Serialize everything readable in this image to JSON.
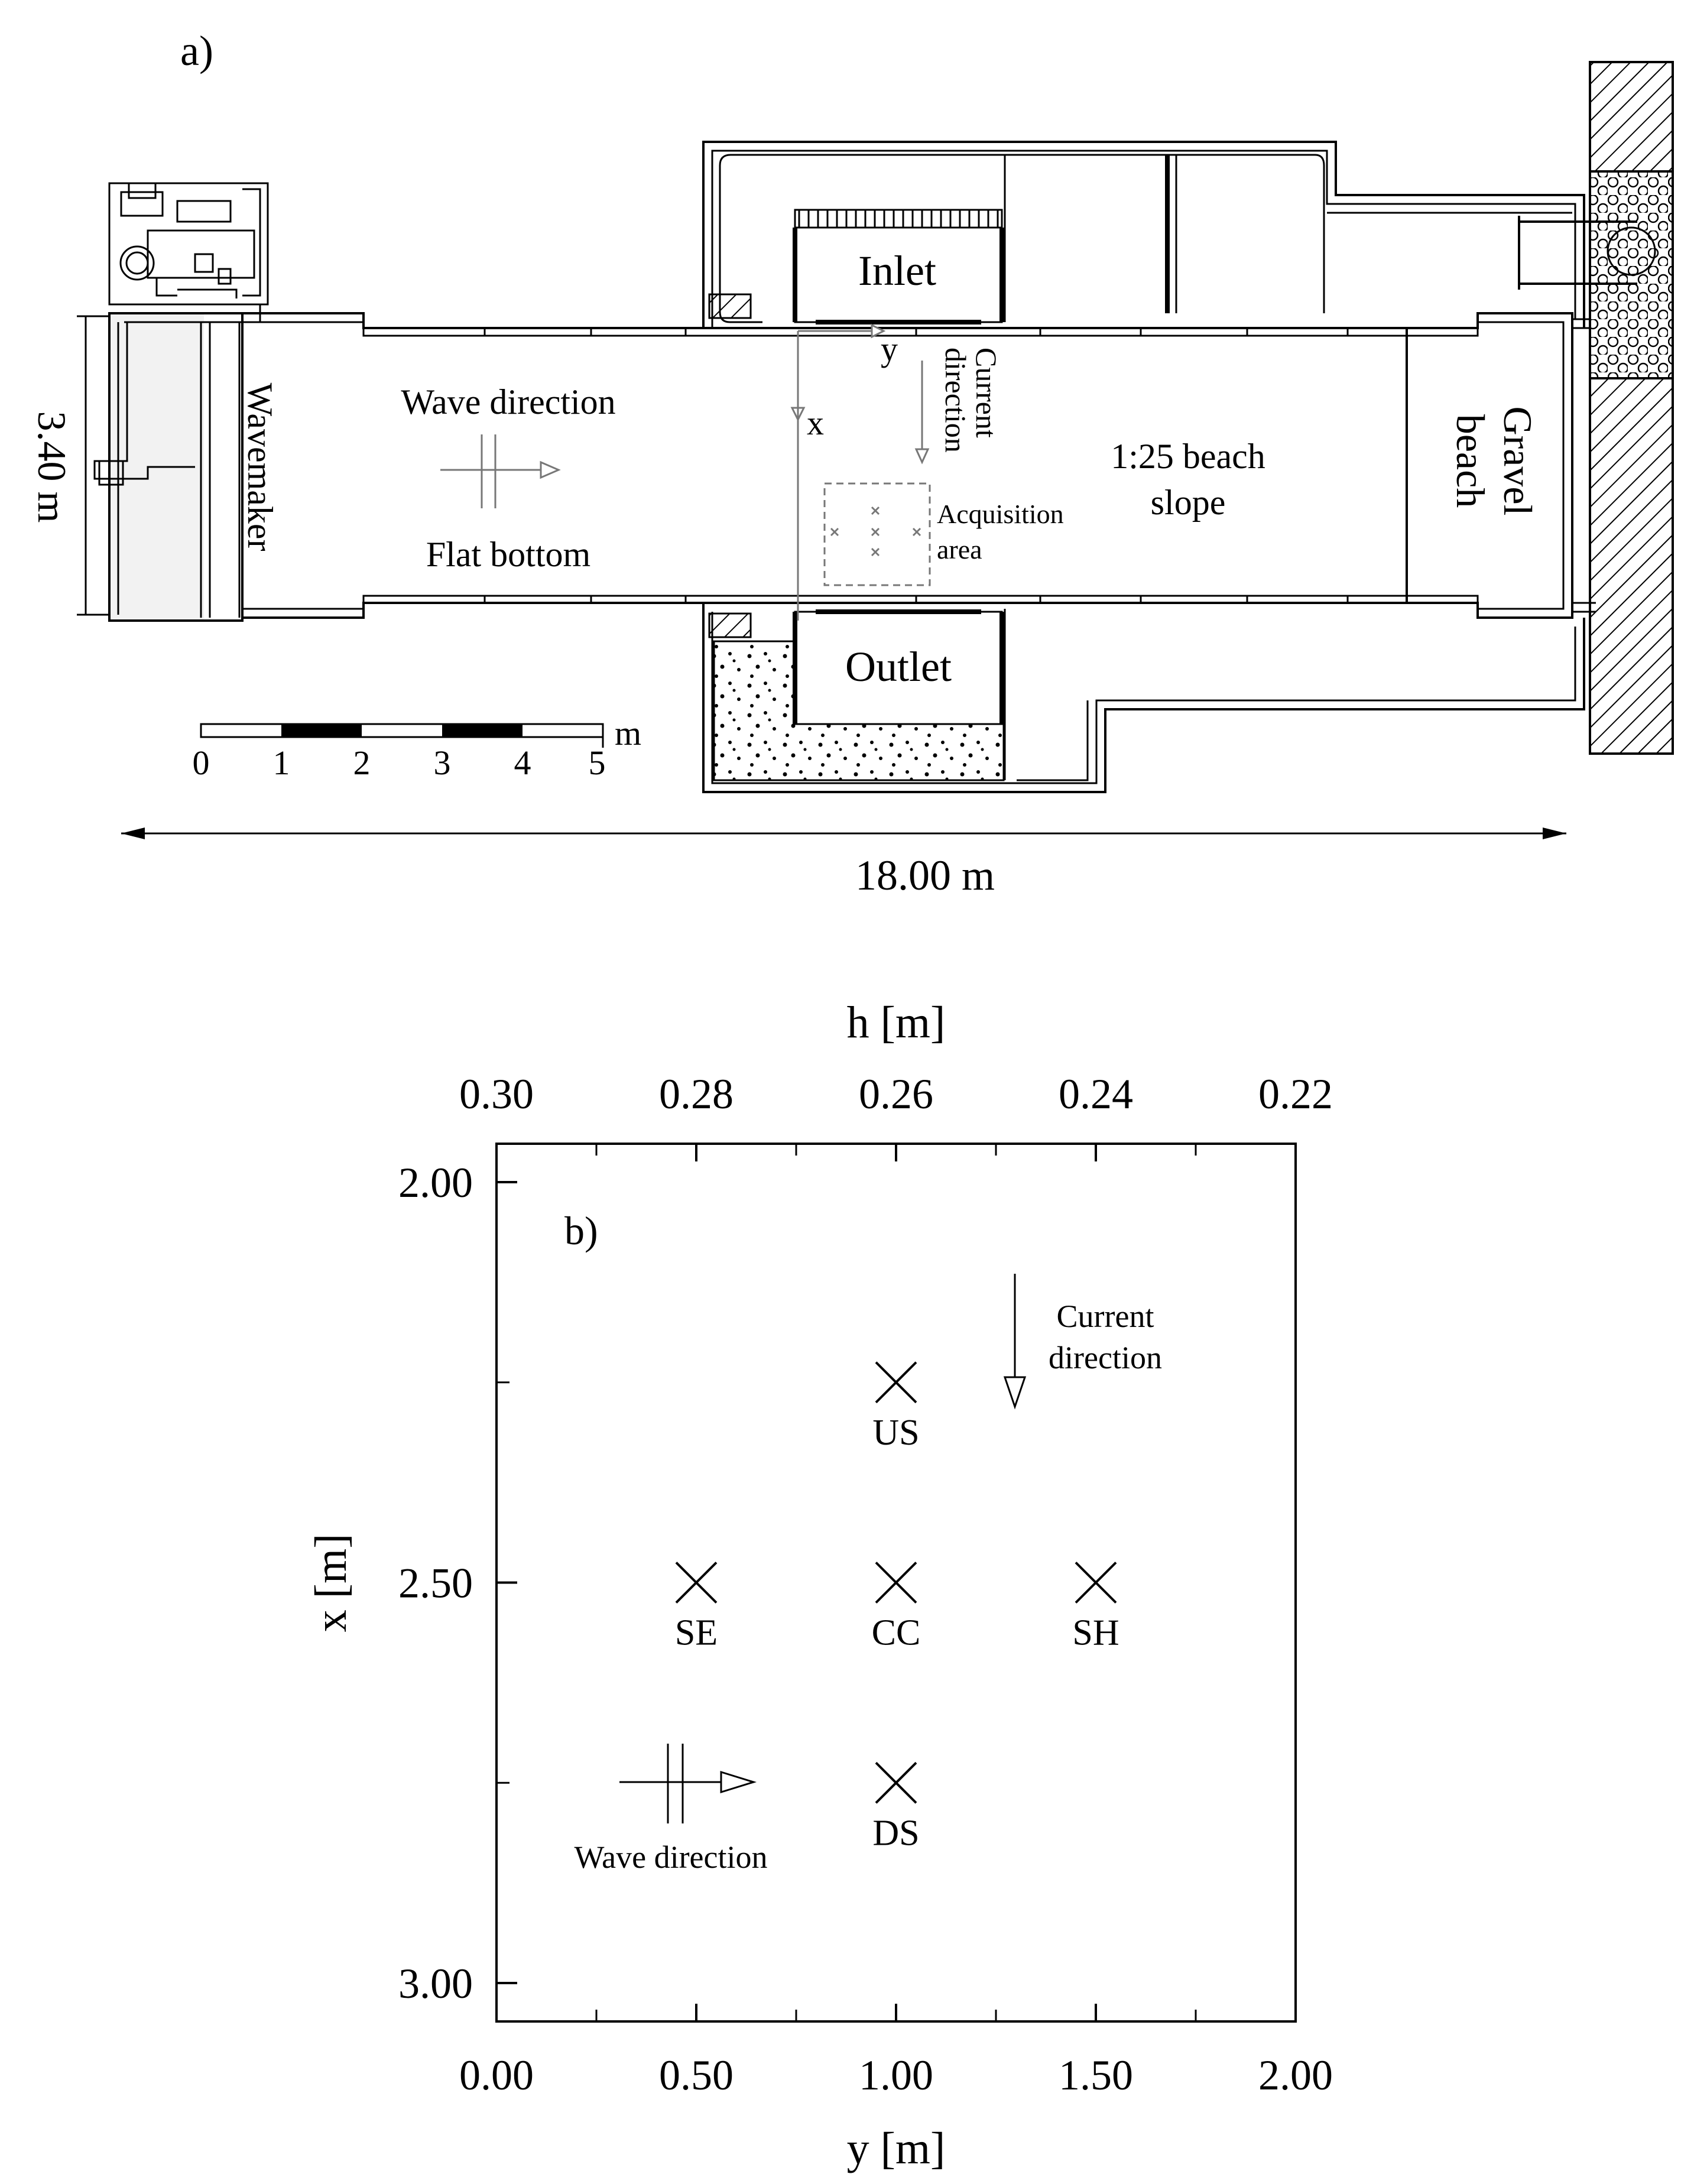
{
  "panel_a": {
    "label": "a)",
    "width_label": "3.40 m",
    "length_label": "18.00 m",
    "wavemaker_label": "Wavemaker",
    "wave_direction_label": "Wave direction",
    "flat_bottom_label": "Flat bottom",
    "inlet_label": "Inlet",
    "outlet_label": "Outlet",
    "axis_x_label": "x",
    "axis_y_label": "y",
    "current_direction_line1": "Current",
    "current_direction_line2": "direction",
    "acquisition_line1": "Acquisition",
    "acquisition_line2": "area",
    "beach_slope_line1": "1:25 beach",
    "beach_slope_line2": "slope",
    "gravel_line1": "Gravel",
    "gravel_line2": "beach",
    "scale_bar": {
      "ticks": [
        "0",
        "1",
        "2",
        "3",
        "4",
        "5"
      ],
      "unit": "m"
    }
  },
  "panel_b": {
    "label": "b)",
    "current_direction_line1": "Current",
    "current_direction_line2": "direction",
    "wave_direction_label": "Wave direction"
  },
  "chart_data": {
    "type": "scatter",
    "xlabel": "y [m]",
    "ylabel": "x [m]",
    "top_xlabel": "h [m]",
    "xlim": [
      0.0,
      2.0
    ],
    "ylim": [
      2.0,
      3.0
    ],
    "y_inverted": true,
    "x_ticks": [
      "0.00",
      "0.50",
      "1.00",
      "1.50",
      "2.00"
    ],
    "y_ticks": [
      "2.00",
      "2.50",
      "3.00"
    ],
    "top_ticks": [
      {
        "y": 0.0,
        "label": "0.30"
      },
      {
        "y": 0.5,
        "label": "0.28"
      },
      {
        "y": 1.0,
        "label": "0.26"
      },
      {
        "y": 1.5,
        "label": "0.24"
      },
      {
        "y": 2.0,
        "label": "0.22"
      }
    ],
    "points": [
      {
        "name": "US",
        "y": 1.0,
        "x": 2.25
      },
      {
        "name": "SE",
        "y": 0.5,
        "x": 2.5
      },
      {
        "name": "CC",
        "y": 1.0,
        "x": 2.5
      },
      {
        "name": "SH",
        "y": 1.5,
        "x": 2.5
      },
      {
        "name": "DS",
        "y": 1.0,
        "x": 2.75
      }
    ],
    "marker": "x"
  }
}
